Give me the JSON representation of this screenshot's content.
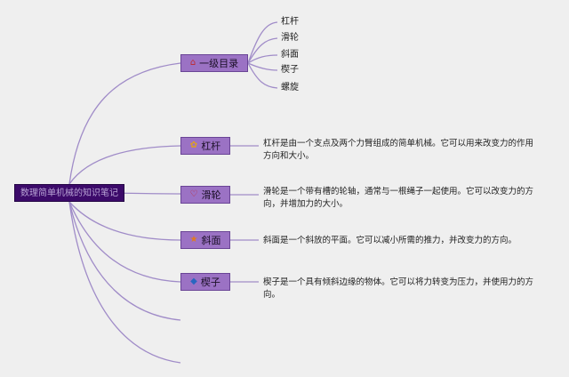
{
  "root": {
    "label": "数理简单机械的知识笔记"
  },
  "toc": {
    "label": "一级目录",
    "icon": "home-icon",
    "items": [
      "杠杆",
      "滑轮",
      "斜面",
      "楔子",
      "螺旋"
    ]
  },
  "topics": [
    {
      "label": "杠杆",
      "icon": "badge-icon",
      "desc": "杠杆是由一个支点及两个力臂组成的简单机械。它可以用来改变力的作用方向和大小。"
    },
    {
      "label": "滑轮",
      "icon": "heart-icon",
      "desc": "滑轮是一个带有槽的轮轴，通常与一根绳子一起使用。它可以改变力的方向，并增加力的大小。"
    },
    {
      "label": "斜面",
      "icon": "star-icon",
      "desc": "斜面是一个斜放的平面。它可以减小所需的推力，并改变力的方向。"
    },
    {
      "label": "楔子",
      "icon": "diamond-icon",
      "desc": "楔子是一个具有倾斜边缘的物体。它可以将力转变为压力，并使用力的方向。"
    }
  ],
  "colors": {
    "line": "#a08cc8",
    "node_fill": "#9b72c4",
    "root_fill": "#3c0a6a"
  }
}
